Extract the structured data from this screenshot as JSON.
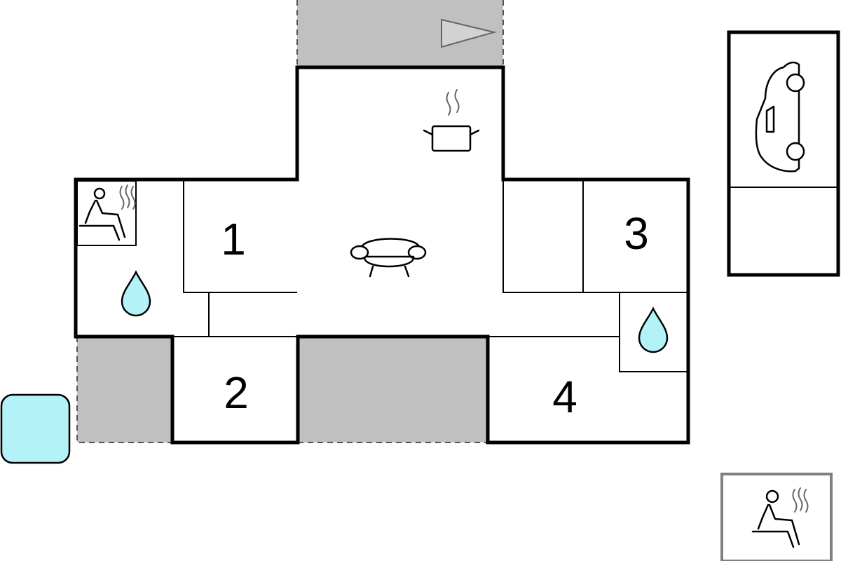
{
  "rooms": {
    "bedroom_1": "1",
    "bedroom_2": "2",
    "bedroom_3": "3",
    "bedroom_4": "4"
  },
  "icons": {
    "sauna_indoor": "sauna-icon",
    "sauna_outdoor": "sauna-icon",
    "bathroom_left": "water-drop-icon",
    "bathroom_right": "water-drop-icon",
    "kitchen": "cooking-pot-icon",
    "living_room": "sofa-icon",
    "garage": "car-icon",
    "entrance": "direction-arrow-icon",
    "pool": "pool-icon"
  },
  "colors": {
    "terrace": "#c0c0c0",
    "water": "#b3f3f8",
    "walls": "#000000",
    "outdoor_sauna_frame": "#808080"
  }
}
